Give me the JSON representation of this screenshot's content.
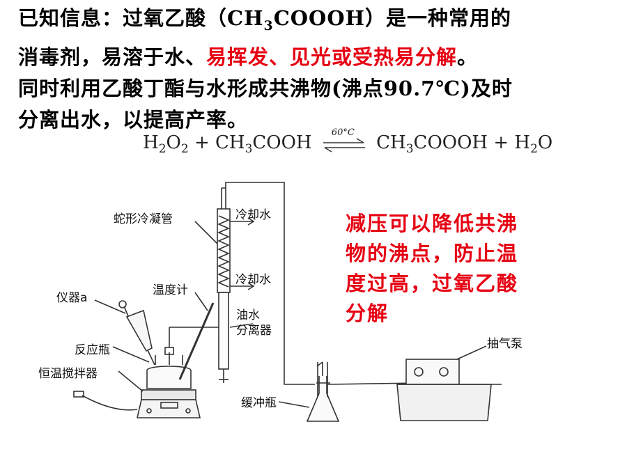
{
  "intro": {
    "line1_pre": "已知信息：过氧乙酸（CH",
    "line1_sub": "3",
    "line1_post": "COOOH）是一种常用的",
    "line2_black": "消毒剂，易溶于水、",
    "line2_red": "易挥发、见光或受热易分解",
    "line2_end": "。",
    "line3": "同时利用乙酸丁酯与水形成共沸物(沸点90.7℃)及时",
    "line4": "分离出水，以提高产率。"
  },
  "equation": {
    "h": "H",
    "two": "2",
    "o": "O",
    "plus": "+",
    "ch": "CH",
    "three": "3",
    "cooh": "COOH",
    "condition": "60°C",
    "coooh": "COOOH",
    "plus2": "+",
    "h2": "H",
    "o2": "O"
  },
  "note": {
    "l1": "减压可以降低共沸",
    "l2": "物的沸点，防止温",
    "l3": "度过高，过氧乙酸",
    "l4": "分解"
  },
  "labels": {
    "condenser": "蛇形冷凝管",
    "cool_water_out": "冷却水",
    "cool_water_in": "冷却水",
    "thermometer": "温度计",
    "instrument_a": "仪器a",
    "oil_water_separator_1": "油水",
    "oil_water_separator_2": "分离器",
    "reaction_flask": "反应瓶",
    "stirrer": "恒温搅拌器",
    "buffer_bottle": "缓冲瓶",
    "pump": "抽气泵"
  },
  "colors": {
    "highlight": "#e60012",
    "line": "#333333"
  }
}
